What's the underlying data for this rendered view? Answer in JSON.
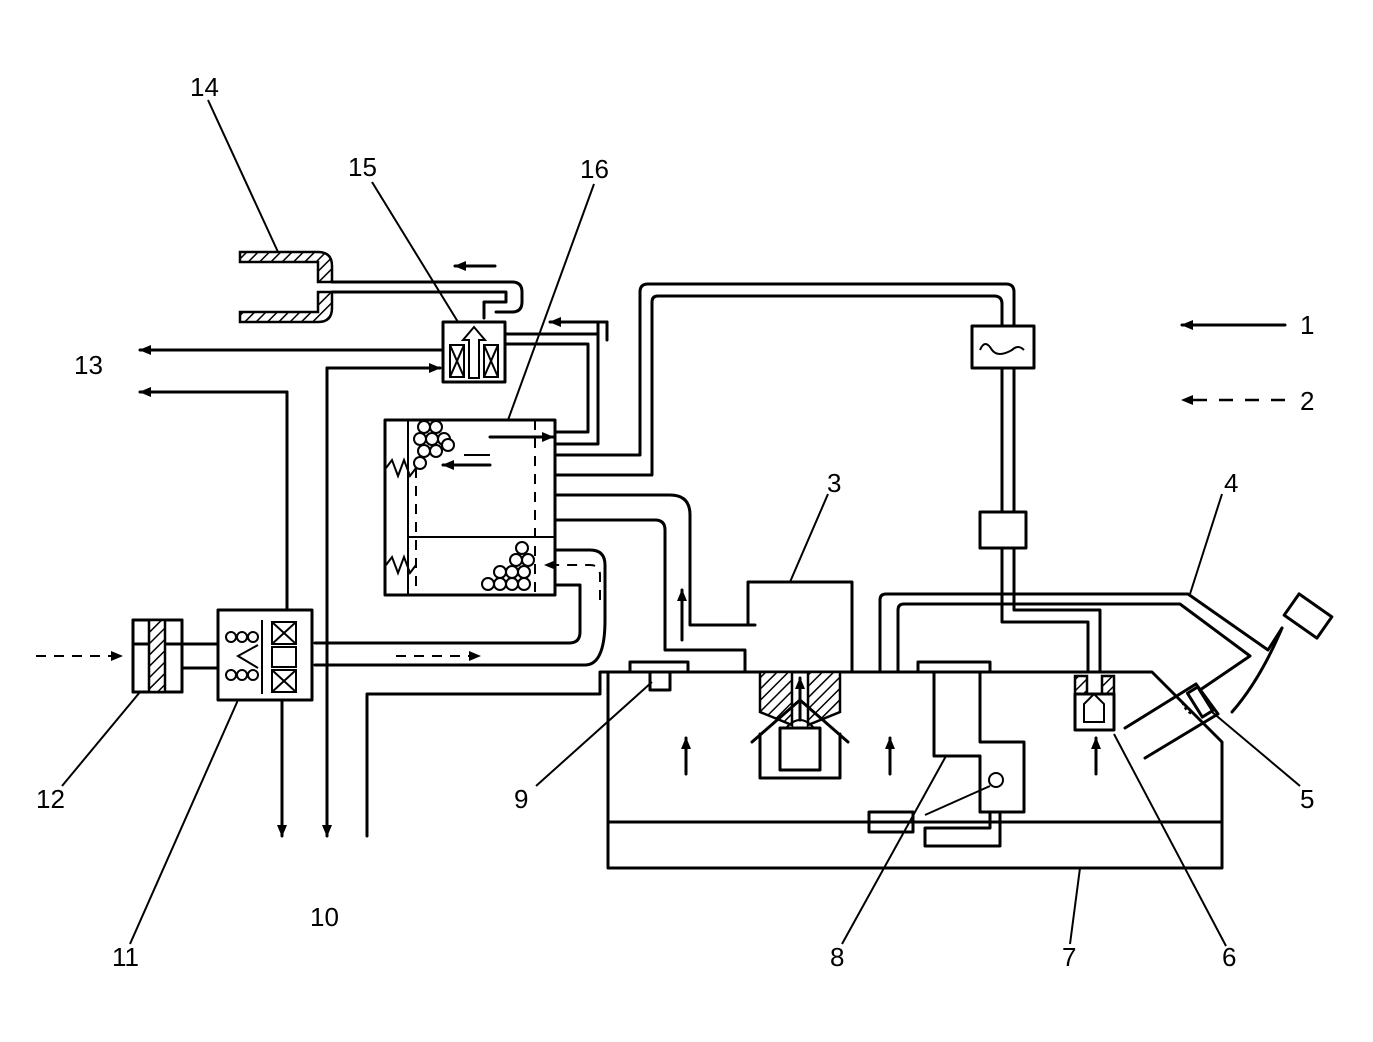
{
  "callouts": [
    {
      "id": "1",
      "text": "1"
    },
    {
      "id": "2",
      "text": "2"
    },
    {
      "id": "3",
      "text": "3"
    },
    {
      "id": "4",
      "text": "4"
    },
    {
      "id": "5",
      "text": "5"
    },
    {
      "id": "6",
      "text": "6"
    },
    {
      "id": "7",
      "text": "7"
    },
    {
      "id": "8",
      "text": "8"
    },
    {
      "id": "9",
      "text": "9"
    },
    {
      "id": "10",
      "text": "10"
    },
    {
      "id": "11",
      "text": "11"
    },
    {
      "id": "12",
      "text": "12"
    },
    {
      "id": "13",
      "text": "13"
    },
    {
      "id": "14",
      "text": "14"
    },
    {
      "id": "15",
      "text": "15"
    },
    {
      "id": "16",
      "text": "16"
    }
  ],
  "legend": [
    {
      "callout": "1",
      "line_style": "solid-arrow"
    },
    {
      "callout": "2",
      "line_style": "dashed-arrow"
    }
  ],
  "colors": {
    "ink": "#000000",
    "background": "#ffffff"
  }
}
